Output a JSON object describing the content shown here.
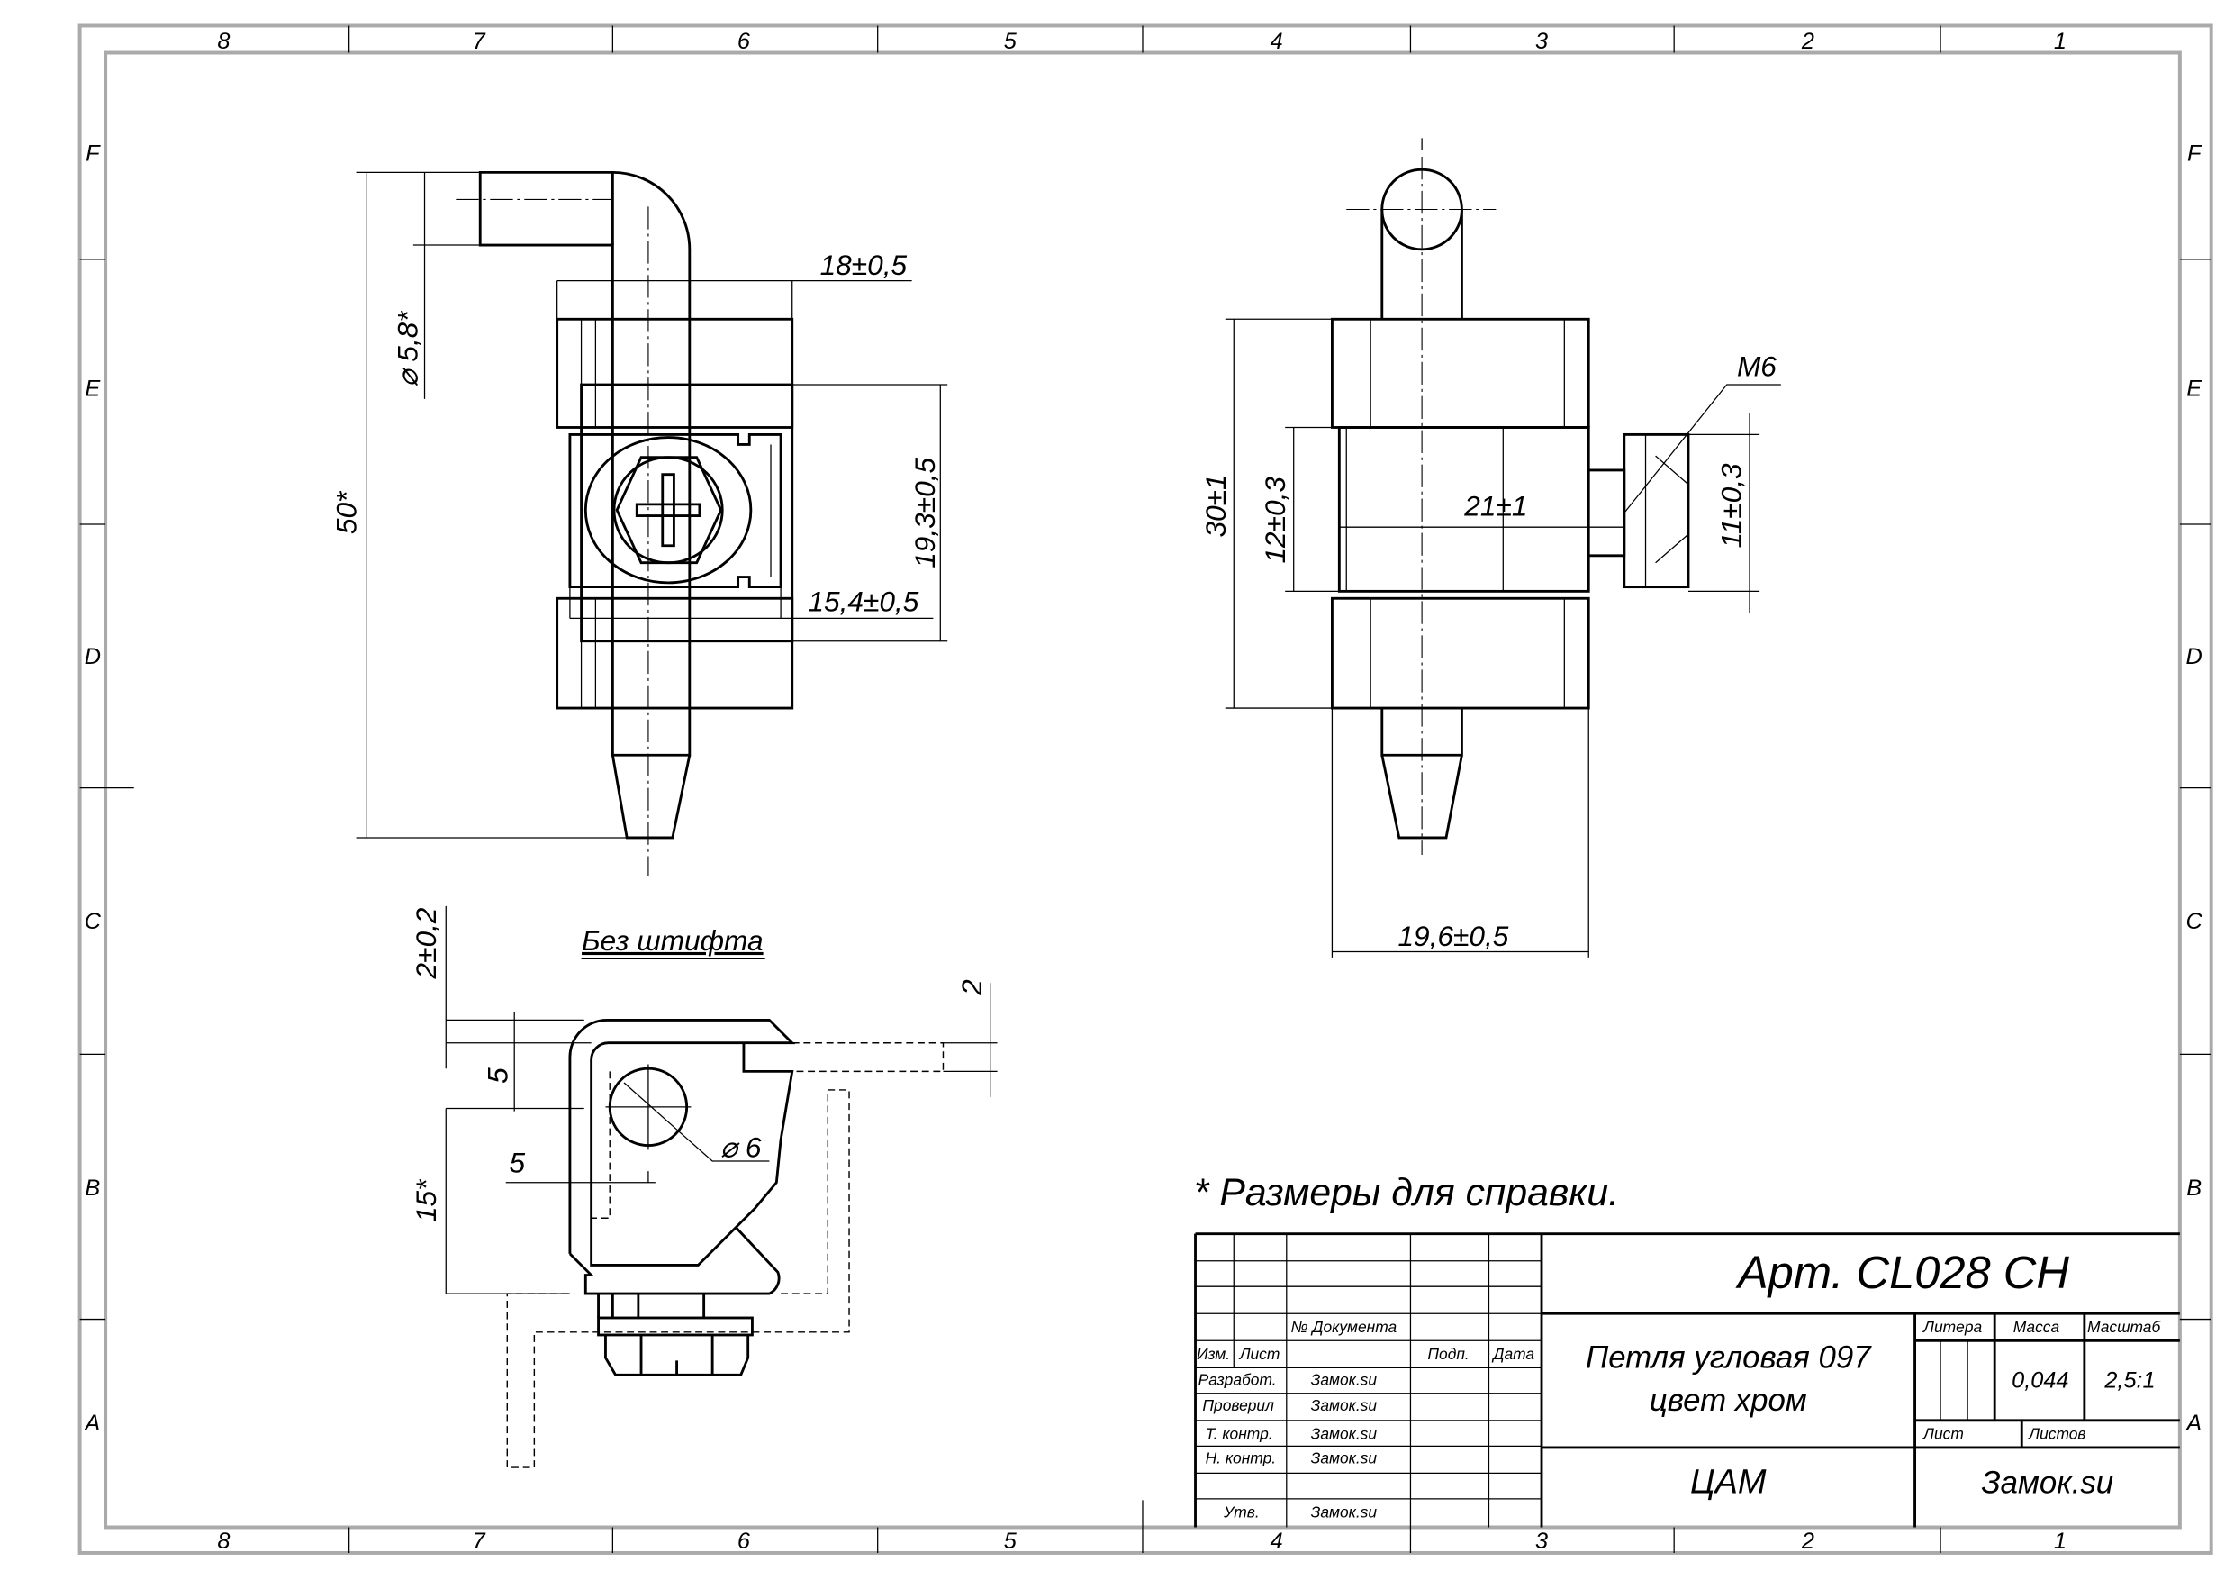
{
  "zones": {
    "columns": [
      "8",
      "7",
      "6",
      "5",
      "4",
      "3",
      "2",
      "1"
    ],
    "rows": [
      "F",
      "E",
      "D",
      "C",
      "B",
      "A"
    ]
  },
  "front_view": {
    "dims": {
      "overall_height": "50*",
      "pin_diameter": "⌀ 5,8*",
      "width_top": "18±0,5",
      "height_mid": "19,3±0,5",
      "width_clamp": "15,4±0,5"
    }
  },
  "side_view": {
    "dims": {
      "overall_height": "30±1",
      "inner_height": "12±0,3",
      "length": "21±1",
      "nut_height": "11±0,3",
      "thread": "M6",
      "width": "19,6±0,5"
    }
  },
  "section_view": {
    "title": "Без штифта",
    "dims": {
      "thickness": "2±0,2",
      "offset_v": "5",
      "offset_h": "5",
      "height": "15*",
      "gap": "2",
      "hole": "⌀ 6"
    }
  },
  "note": "* Размеры для справки.",
  "title_block": {
    "article": "Арт. CL028 CH",
    "name_line1": "Петля угловая 097",
    "name_line2": "цвет хром",
    "material": "ЦАМ",
    "company": "Замок.su",
    "headers": {
      "doc_no": "№ Документа",
      "izm": "Изм.",
      "list": "Лист",
      "sign": "Подп.",
      "date": "Дата",
      "litera": "Литера",
      "mass": "Масса",
      "scale": "Масштаб",
      "sheet": "Лист",
      "sheets": "Листов"
    },
    "roles": [
      {
        "role": "Разработ.",
        "name": "Замок.su"
      },
      {
        "role": "Проверил",
        "name": "Замок.su"
      },
      {
        "role": "Т. контр.",
        "name": "Замок.su"
      },
      {
        "role": "Н. контр.",
        "name": "Замок.su"
      },
      {
        "role": "Утв.",
        "name": "Замок.su"
      }
    ],
    "mass_value": "0,044",
    "scale_value": "2,5:1"
  }
}
